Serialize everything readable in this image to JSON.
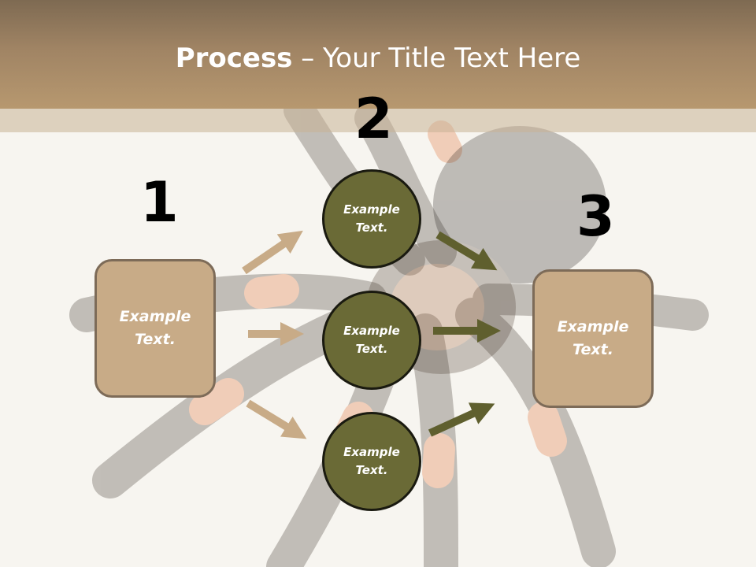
{
  "slide": {
    "title_bold": "Process",
    "title_rest": " – Your Title Text Here"
  },
  "steps": [
    {
      "number": "1",
      "text": "Example\nText."
    },
    {
      "number": "2"
    },
    {
      "number": "3",
      "text": "Example\nText."
    }
  ],
  "circles": [
    {
      "text": "Example\nText."
    },
    {
      "text": "Example\nText."
    },
    {
      "text": "Example\nText."
    }
  ],
  "colors": {
    "header": "#a08464",
    "box_fill": "#c8ab87",
    "box_border": "#7d6b58",
    "circle_fill": "#6a6a36",
    "arrow_left": "#c8ab87",
    "arrow_right": "#5f5f2e"
  }
}
